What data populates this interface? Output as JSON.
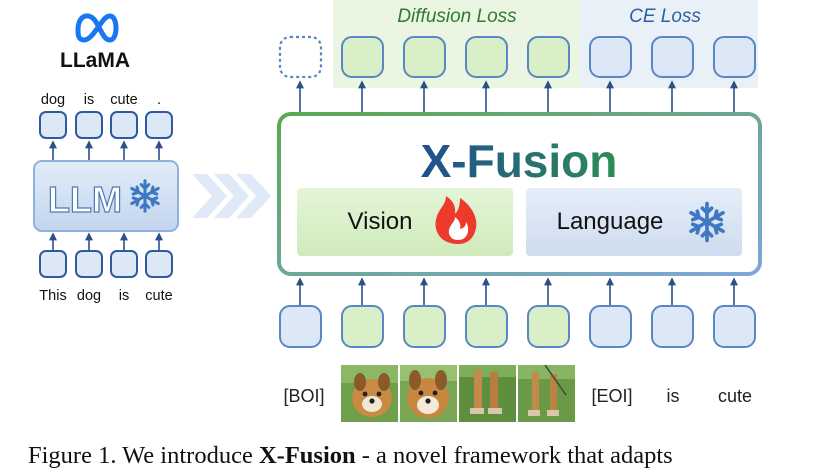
{
  "figure": {
    "brand": {
      "logo_text": "LLaMA"
    },
    "llm_panel": {
      "output_tokens": [
        "dog",
        "is",
        "cute",
        "."
      ],
      "module_label": "LLM",
      "input_tokens": [
        "This",
        "dog",
        "is",
        "cute"
      ]
    },
    "loss_headers": {
      "diffusion": "Diffusion Loss",
      "ce": "CE Loss"
    },
    "main_panel": {
      "title": "X-Fusion",
      "vision_label": "Vision",
      "language_label": "Language"
    },
    "sequence": {
      "boi": "[BOI]",
      "eoi": "[EOI]",
      "text_tokens": [
        "is",
        "cute"
      ]
    },
    "colors": {
      "vision_green": "#d6f0c6",
      "language_blue": "#dbe5f3",
      "title_blue": "#1f4f8f",
      "title_green": "#2e8b57",
      "arrow_blue": "#2c4f86"
    }
  },
  "caption": {
    "prefix": "Figure 1. We introduce ",
    "bold": "X-Fusion",
    "suffix": " - a novel framework that adapts"
  }
}
